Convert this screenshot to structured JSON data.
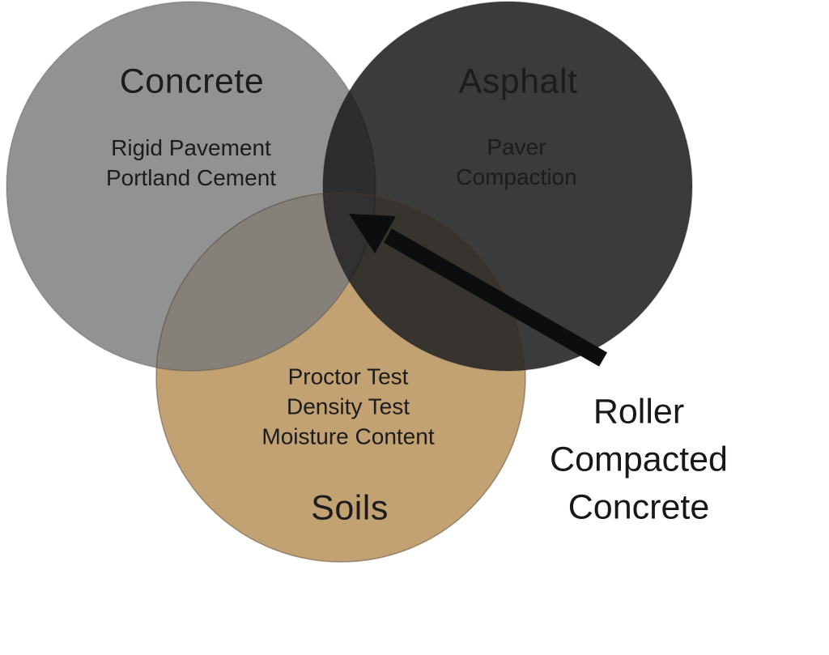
{
  "background_color": "#ffffff",
  "text_color": "#1c1c1c",
  "venn": {
    "circles": [
      {
        "id": "concrete",
        "title": "Concrete",
        "items": "Rigid Pavement\nPortland Cement",
        "color": "#929292"
      },
      {
        "id": "asphalt",
        "title": "Asphalt",
        "items": "Paver\nCompaction",
        "color": "#3b3b3b"
      },
      {
        "id": "soils",
        "title": "Soils",
        "items": "Proctor Test\nDensity Test\nMoisture Content",
        "color": "#c2a173"
      }
    ],
    "overlaps": {
      "concrete_asphalt": "#2d2d2d",
      "concrete_soils": "#86807a",
      "asphalt_soils": "#37342f",
      "all": "#333030"
    }
  },
  "annotation": {
    "label": "Roller\nCompacted\nConcrete",
    "arrow_color": "#0d0d0d"
  }
}
